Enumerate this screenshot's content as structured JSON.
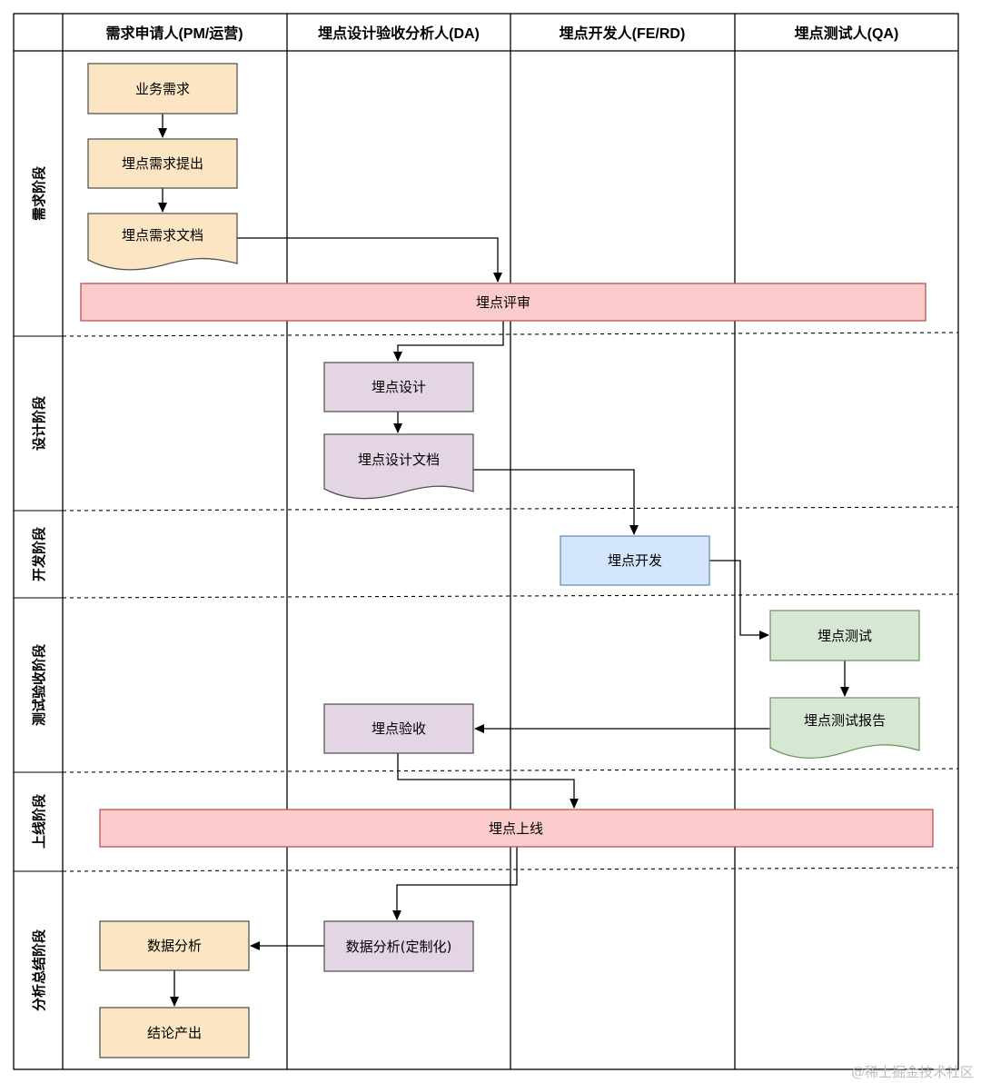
{
  "lanes": [
    {
      "id": "pm",
      "label": "需求申请人(PM/运营)"
    },
    {
      "id": "da",
      "label": "埋点设计验收分析人(DA)"
    },
    {
      "id": "rd",
      "label": "埋点开发人(FE/RD)"
    },
    {
      "id": "qa",
      "label": "埋点测试人(QA)"
    }
  ],
  "phases": [
    {
      "id": "req",
      "label": "需求阶段"
    },
    {
      "id": "design",
      "label": "设计阶段"
    },
    {
      "id": "dev",
      "label": "开发阶段"
    },
    {
      "id": "test",
      "label": "测试验收阶段"
    },
    {
      "id": "launch",
      "label": "上线阶段"
    },
    {
      "id": "analysis",
      "label": "分析总结阶段"
    }
  ],
  "nodes": {
    "biz_req": {
      "label": "业务需求",
      "lane": "pm",
      "shape": "process",
      "color": "#fce5c3"
    },
    "track_req_submit": {
      "label": "埋点需求提出",
      "lane": "pm",
      "shape": "process",
      "color": "#fce5c3"
    },
    "track_req_doc": {
      "label": "埋点需求文档",
      "lane": "pm",
      "shape": "document",
      "color": "#fce5c3"
    },
    "track_review": {
      "label": "埋点评审",
      "lane": "all",
      "shape": "process",
      "color": "#fccccc"
    },
    "track_design": {
      "label": "埋点设计",
      "lane": "da",
      "shape": "process",
      "color": "#e3d5e3"
    },
    "track_design_doc": {
      "label": "埋点设计文档",
      "lane": "da",
      "shape": "document",
      "color": "#e3d5e3"
    },
    "track_dev": {
      "label": "埋点开发",
      "lane": "rd",
      "shape": "process",
      "color": "#d3e6fb"
    },
    "track_test": {
      "label": "埋点测试",
      "lane": "qa",
      "shape": "process",
      "color": "#d6e8d4"
    },
    "track_test_report": {
      "label": "埋点测试报告",
      "lane": "qa",
      "shape": "document",
      "color": "#d6e8d4"
    },
    "track_accept": {
      "label": "埋点验收",
      "lane": "da",
      "shape": "process",
      "color": "#e3d5e3"
    },
    "track_launch": {
      "label": "埋点上线",
      "lane": "all",
      "shape": "process",
      "color": "#fccccc"
    },
    "data_analysis_custom": {
      "label": "数据分析(定制化)",
      "lane": "da",
      "shape": "process",
      "color": "#e3d5e3"
    },
    "data_analysis": {
      "label": "数据分析",
      "lane": "pm",
      "shape": "process",
      "color": "#fce5c3"
    },
    "conclusion": {
      "label": "结论产出",
      "lane": "pm",
      "shape": "process",
      "color": "#fce5c3"
    }
  },
  "edges": [
    [
      "biz_req",
      "track_req_submit"
    ],
    [
      "track_req_submit",
      "track_req_doc"
    ],
    [
      "track_req_doc",
      "track_review"
    ],
    [
      "track_review",
      "track_design"
    ],
    [
      "track_design",
      "track_design_doc"
    ],
    [
      "track_design_doc",
      "track_dev"
    ],
    [
      "track_dev",
      "track_test"
    ],
    [
      "track_test",
      "track_test_report"
    ],
    [
      "track_test_report",
      "track_accept"
    ],
    [
      "track_accept",
      "track_launch"
    ],
    [
      "track_launch",
      "data_analysis_custom"
    ],
    [
      "data_analysis_custom",
      "data_analysis"
    ],
    [
      "data_analysis",
      "conclusion"
    ]
  ],
  "watermark": "@稀土掘金技术社区"
}
